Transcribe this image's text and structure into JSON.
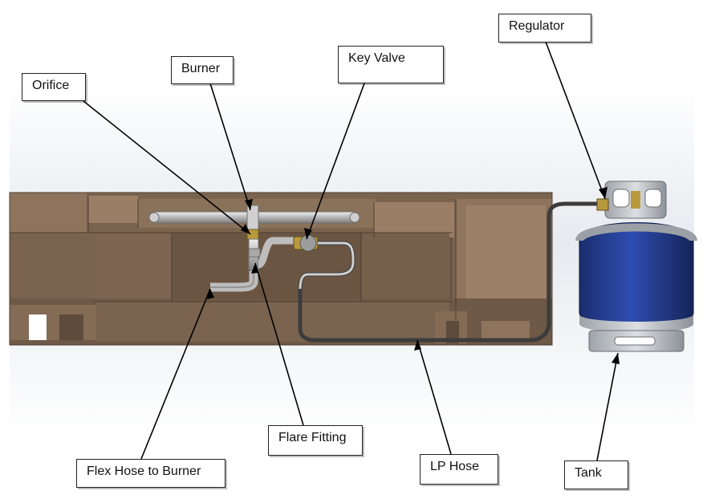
{
  "diagram": {
    "labels": {
      "regulator": "Regulator",
      "key_valve": "Key Valve",
      "burner": "Burner",
      "orifice": "Orifice",
      "flare_fitting": "Flare Fitting",
      "flex_hose": "Flex Hose to Burner",
      "lp_hose": "LP Hose",
      "tank": "Tank"
    },
    "colors": {
      "frame": "#7a6450",
      "frame_light": "#9a7f66",
      "frame_dark": "#5e4b3b",
      "tank_body": "#233c8e",
      "tank_metal": "#bfc3c8",
      "hose": "#3c3c3c",
      "pipe": "#bdbdbd",
      "brass": "#b89a3c",
      "background": "#eef0f4"
    }
  }
}
